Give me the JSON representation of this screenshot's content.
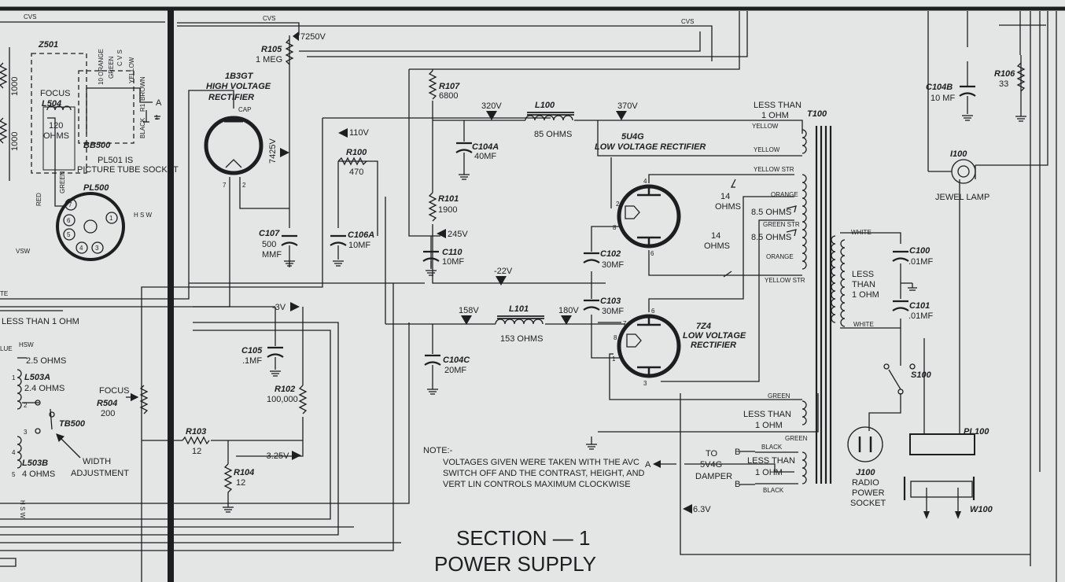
{
  "title": {
    "line1": "SECTION — 1",
    "line2": "POWER SUPPLY"
  },
  "cvs": [
    "CVS",
    "CVS",
    "CVS"
  ],
  "tubes": {
    "hv_rect": {
      "id": "1B3GT",
      "desc1": "HIGH VOLTAGE",
      "desc2": "RECTIFIER",
      "cap": "CAP",
      "pins": [
        "7",
        "2"
      ]
    },
    "lv_rect1": {
      "id": "5U4G",
      "desc": "LOW VOLTAGE RECTIFIER",
      "pins": [
        "4",
        "2",
        "8",
        "6"
      ]
    },
    "lv_rect2": {
      "id": "7Z4",
      "desc1": "LOW VOLTAGE",
      "desc2": "RECTIFIER",
      "pins": [
        "6",
        "7",
        "8",
        "1",
        "3"
      ]
    }
  },
  "resistors": {
    "r105": {
      "id": "R105",
      "val": "1 MEG"
    },
    "r107": {
      "id": "R107",
      "val": "6800"
    },
    "r100": {
      "id": "R100",
      "val": "470"
    },
    "r101": {
      "id": "R101",
      "val": "1900"
    },
    "r102": {
      "id": "R102",
      "val": "100,000"
    },
    "r103": {
      "id": "R103",
      "val": "12"
    },
    "r104": {
      "id": "R104",
      "val": "12"
    },
    "r504": {
      "id": "R504",
      "val": "200",
      "name": "FOCUS"
    },
    "r106": {
      "id": "R106",
      "val": "33"
    },
    "left1": "1000",
    "left2": "1000"
  },
  "capacitors": {
    "c107": {
      "id": "C107",
      "val1": "500",
      "val2": "MMF"
    },
    "c106a": {
      "id": "C106A",
      "val": "10MF"
    },
    "c104a": {
      "id": "C104A",
      "val": "40MF"
    },
    "c110": {
      "id": "C110",
      "val": "10MF"
    },
    "c102": {
      "id": "C102",
      "val": "30MF"
    },
    "c103": {
      "id": "C103",
      "val": "30MF"
    },
    "c104c": {
      "id": "C104C",
      "val": "20MF"
    },
    "c105": {
      "id": "C105",
      "val": ".1MF"
    },
    "c104b": {
      "id": "C104B",
      "val": "10 MF"
    },
    "c100": {
      "id": "C100",
      "val": ".01MF"
    },
    "c101": {
      "id": "C101",
      "val": ".01MF"
    }
  },
  "chokes": {
    "l100": {
      "id": "L100",
      "val": "85 OHMS"
    },
    "l101": {
      "id": "L101",
      "val": "153 OHMS"
    },
    "l504": {
      "name": "FOCUS",
      "id": "L504",
      "val1": "120",
      "val2": "OHMS"
    }
  },
  "voltages": {
    "v7250": "7250V",
    "v7425": "7425V",
    "v110": "110V",
    "v320": "320V",
    "v370": "370V",
    "v245": "245V",
    "vm22": "-22V",
    "vm3": "-3V",
    "vm325": "-3.25V",
    "v158": "158V",
    "v180": "180V",
    "v63": "6.3V"
  },
  "transformer": {
    "id": "T100",
    "less1": "LESS THAN",
    "ohm1": "1 OHM",
    "yellow": "YELLOW",
    "yellow2": "YELLOW",
    "yellow_str": "YELLOW STR",
    "orange": "ORANGE",
    "green_str": "GREEN STR",
    "orange2": "ORANGE",
    "yellow_str2": "YELLOW STR",
    "ohms14a": "14",
    "ohms14a_u": "OHMS",
    "ohms14b": "14",
    "ohms14b_u": "OHMS",
    "ohm85a": "8.5 OHMS",
    "ohm85b": "8.5 OHMS",
    "green": "GREEN",
    "less2": "LESS THAN",
    "ohm2": "1 OHM",
    "green2": "GREEN",
    "black": "BLACK",
    "less3": "LESS THAN",
    "ohm3": "1 OHM",
    "black2": "BLACK",
    "b1": "B",
    "b2": "B"
  },
  "damper": {
    "to": "TO",
    "id": "5V4G",
    "name": "DAMPER",
    "a": "A"
  },
  "power": {
    "white": "WHITE",
    "less": "LESS",
    "than": "THAN",
    "ohm": "1 OHM",
    "white2": "WHITE",
    "s100": "S100",
    "pl100": "PL100",
    "j100": "J100",
    "radio1": "RADIO",
    "radio2": "POWER",
    "radio3": "SOCKET",
    "w100": "W100"
  },
  "lamp": {
    "id": "I100",
    "name": "JEWEL LAMP"
  },
  "socket": {
    "z501": "Z501",
    "bb500": "BB500",
    "pl501_1": "PL501 IS",
    "pl501_2": "PICTURE TUBE SOCKET",
    "pl500": "PL500",
    "pins": [
      "7",
      "6",
      "5",
      "4",
      "3",
      "1"
    ],
    "wires": [
      "10 ORANGE",
      "GREEN",
      "C V S",
      "YELLOW",
      "BROWN",
      "R1",
      "BLACK"
    ],
    "red": "RED",
    "green": "GREEN",
    "vsw": "VSW",
    "hsw": "H S W",
    "a": "A",
    "one": "1"
  },
  "deflection": {
    "less": "LESS THAN 1 OHM",
    "te": "TE",
    "lue": "LUE",
    "hsw": "HSW",
    "ohm25": "2.5 OHMS",
    "l503a": "L503A",
    "ohm24": "2.4 OHMS",
    "tb500": "TB500",
    "l503b": "L503B",
    "ohm4": "4 OHMS",
    "width1": "WIDTH",
    "width2": "ADJUSTMENT",
    "hsw2": "H S W",
    "t1": "1",
    "t2": "2",
    "t3": "3",
    "t4": "4",
    "t5": "5"
  },
  "note": {
    "head": "NOTE:-",
    "lines": [
      "VOLTAGES GIVEN WERE TAKEN WITH THE AVC",
      "SWITCH OFF AND THE CONTRAST, HEIGHT, AND",
      "VERT LIN CONTROLS MAXIMUM CLOCKWISE"
    ]
  }
}
